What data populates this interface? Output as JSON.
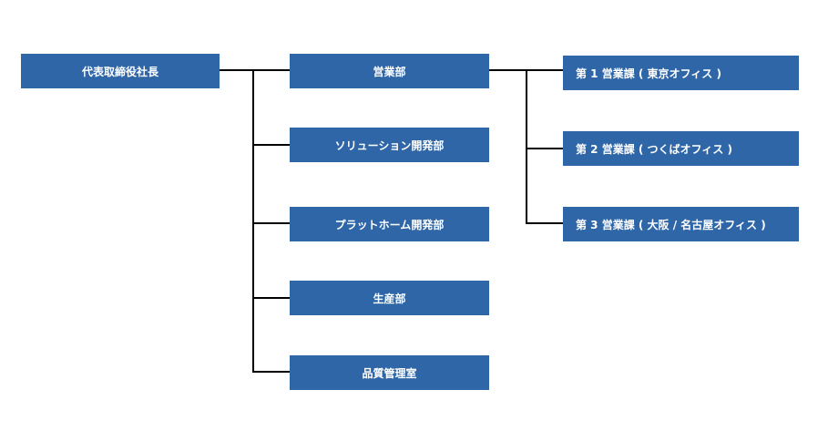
{
  "org_chart": {
    "ceo": {
      "label": "代表取締役社長"
    },
    "departments": [
      {
        "label": "営業部"
      },
      {
        "label": "ソリューション開発部"
      },
      {
        "label": "プラットホーム開発部"
      },
      {
        "label": "生産部"
      },
      {
        "label": "品質管理室"
      }
    ],
    "sales_sections": [
      {
        "label": "第 1 営業課 ( 東京オフィス )"
      },
      {
        "label": "第 2 営業課 ( つくばオフィス )"
      },
      {
        "label": "第 3 営業課 ( 大阪 / 名古屋オフィス )"
      }
    ],
    "colors": {
      "box_fill": "#2e66a8",
      "box_text": "#ffffff",
      "connector": "#000000"
    }
  }
}
